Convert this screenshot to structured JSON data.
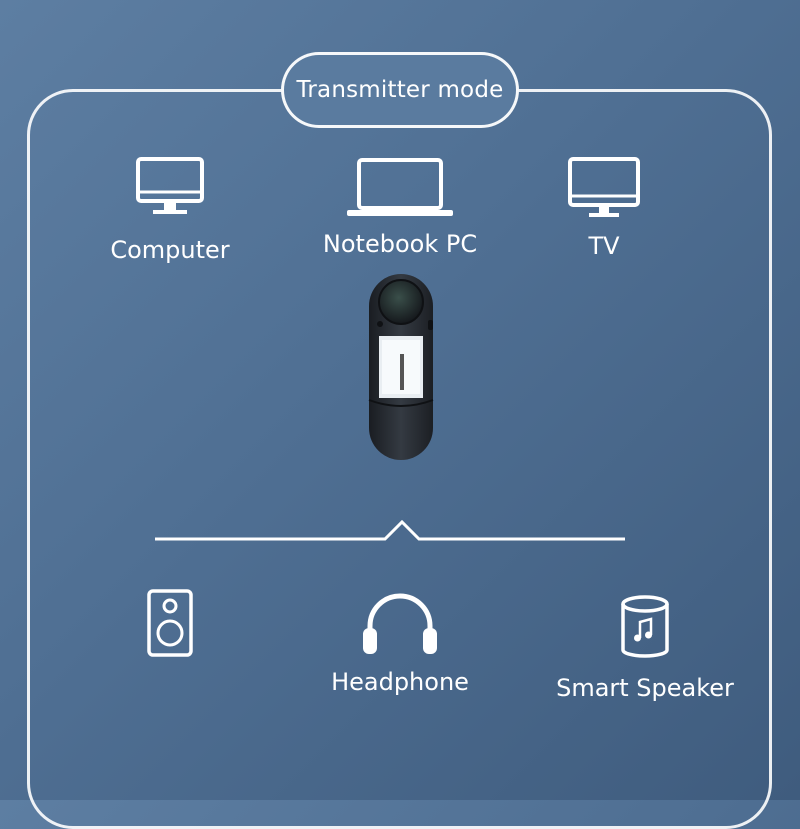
{
  "title": "Transmitter mode",
  "sources": [
    {
      "label": "Computer",
      "icon": "computer-monitor-icon"
    },
    {
      "label": "Notebook PC",
      "icon": "laptop-icon"
    },
    {
      "label": "TV",
      "icon": "tv-icon"
    }
  ],
  "receivers": [
    {
      "label": "",
      "icon": "speaker-box-icon"
    },
    {
      "label": "Headphone",
      "icon": "headphone-icon"
    },
    {
      "label": "Smart Speaker",
      "icon": "smart-speaker-icon"
    }
  ],
  "colors": {
    "background": "#4f6f93",
    "foreground": "#ffffff",
    "device": "#22262c"
  }
}
